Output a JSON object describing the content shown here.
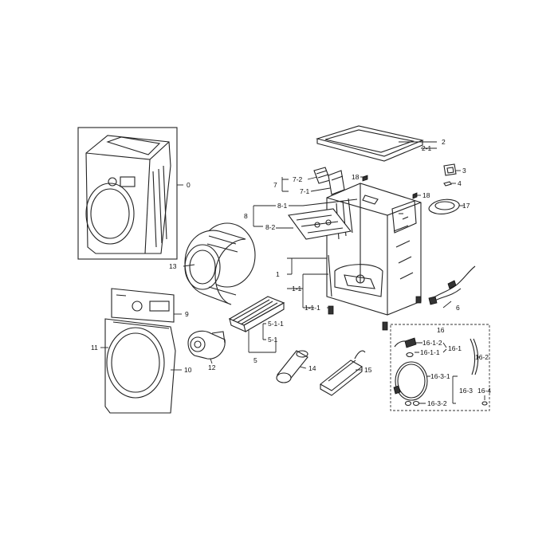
{
  "diagram": {
    "kind": "exploded parts diagram",
    "subject": "front-load dryer cabinet assembly",
    "callouts": [
      {
        "id": "c0",
        "text": "0"
      },
      {
        "id": "c2",
        "text": "2"
      },
      {
        "id": "c2_1",
        "text": "2-1"
      },
      {
        "id": "c3",
        "text": "3"
      },
      {
        "id": "c4",
        "text": "4"
      },
      {
        "id": "c7",
        "text": "7"
      },
      {
        "id": "c7_2",
        "text": "7-2"
      },
      {
        "id": "c7_1",
        "text": "7-1"
      },
      {
        "id": "c18a",
        "text": "18"
      },
      {
        "id": "c18b",
        "text": "18"
      },
      {
        "id": "c17",
        "text": "17"
      },
      {
        "id": "c8",
        "text": "8"
      },
      {
        "id": "c8_1",
        "text": "8-1"
      },
      {
        "id": "c8_2",
        "text": "8-2"
      },
      {
        "id": "c13",
        "text": "13"
      },
      {
        "id": "c1",
        "text": "1"
      },
      {
        "id": "c1_1",
        "text": "1-1"
      },
      {
        "id": "c1_1_1",
        "text": "1-1-1"
      },
      {
        "id": "c6",
        "text": "6"
      },
      {
        "id": "c9",
        "text": "9"
      },
      {
        "id": "c11",
        "text": "11"
      },
      {
        "id": "c10",
        "text": "10"
      },
      {
        "id": "c12",
        "text": "12"
      },
      {
        "id": "c5_1_1",
        "text": "5-1-1"
      },
      {
        "id": "c5_1",
        "text": "5-1"
      },
      {
        "id": "c5",
        "text": "5"
      },
      {
        "id": "c14",
        "text": "14"
      },
      {
        "id": "c15",
        "text": "15"
      },
      {
        "id": "c16",
        "text": "16"
      },
      {
        "id": "c16_1_2",
        "text": "16-1-2"
      },
      {
        "id": "c16_1",
        "text": "16-1"
      },
      {
        "id": "c16_1_1",
        "text": "16-1-1"
      },
      {
        "id": "c16_2",
        "text": "16-2"
      },
      {
        "id": "c16_3_1",
        "text": "16-3-1"
      },
      {
        "id": "c16_3",
        "text": "16-3"
      },
      {
        "id": "c16_3_2",
        "text": "16-3-2"
      },
      {
        "id": "c16_4",
        "text": "16-4"
      }
    ]
  }
}
